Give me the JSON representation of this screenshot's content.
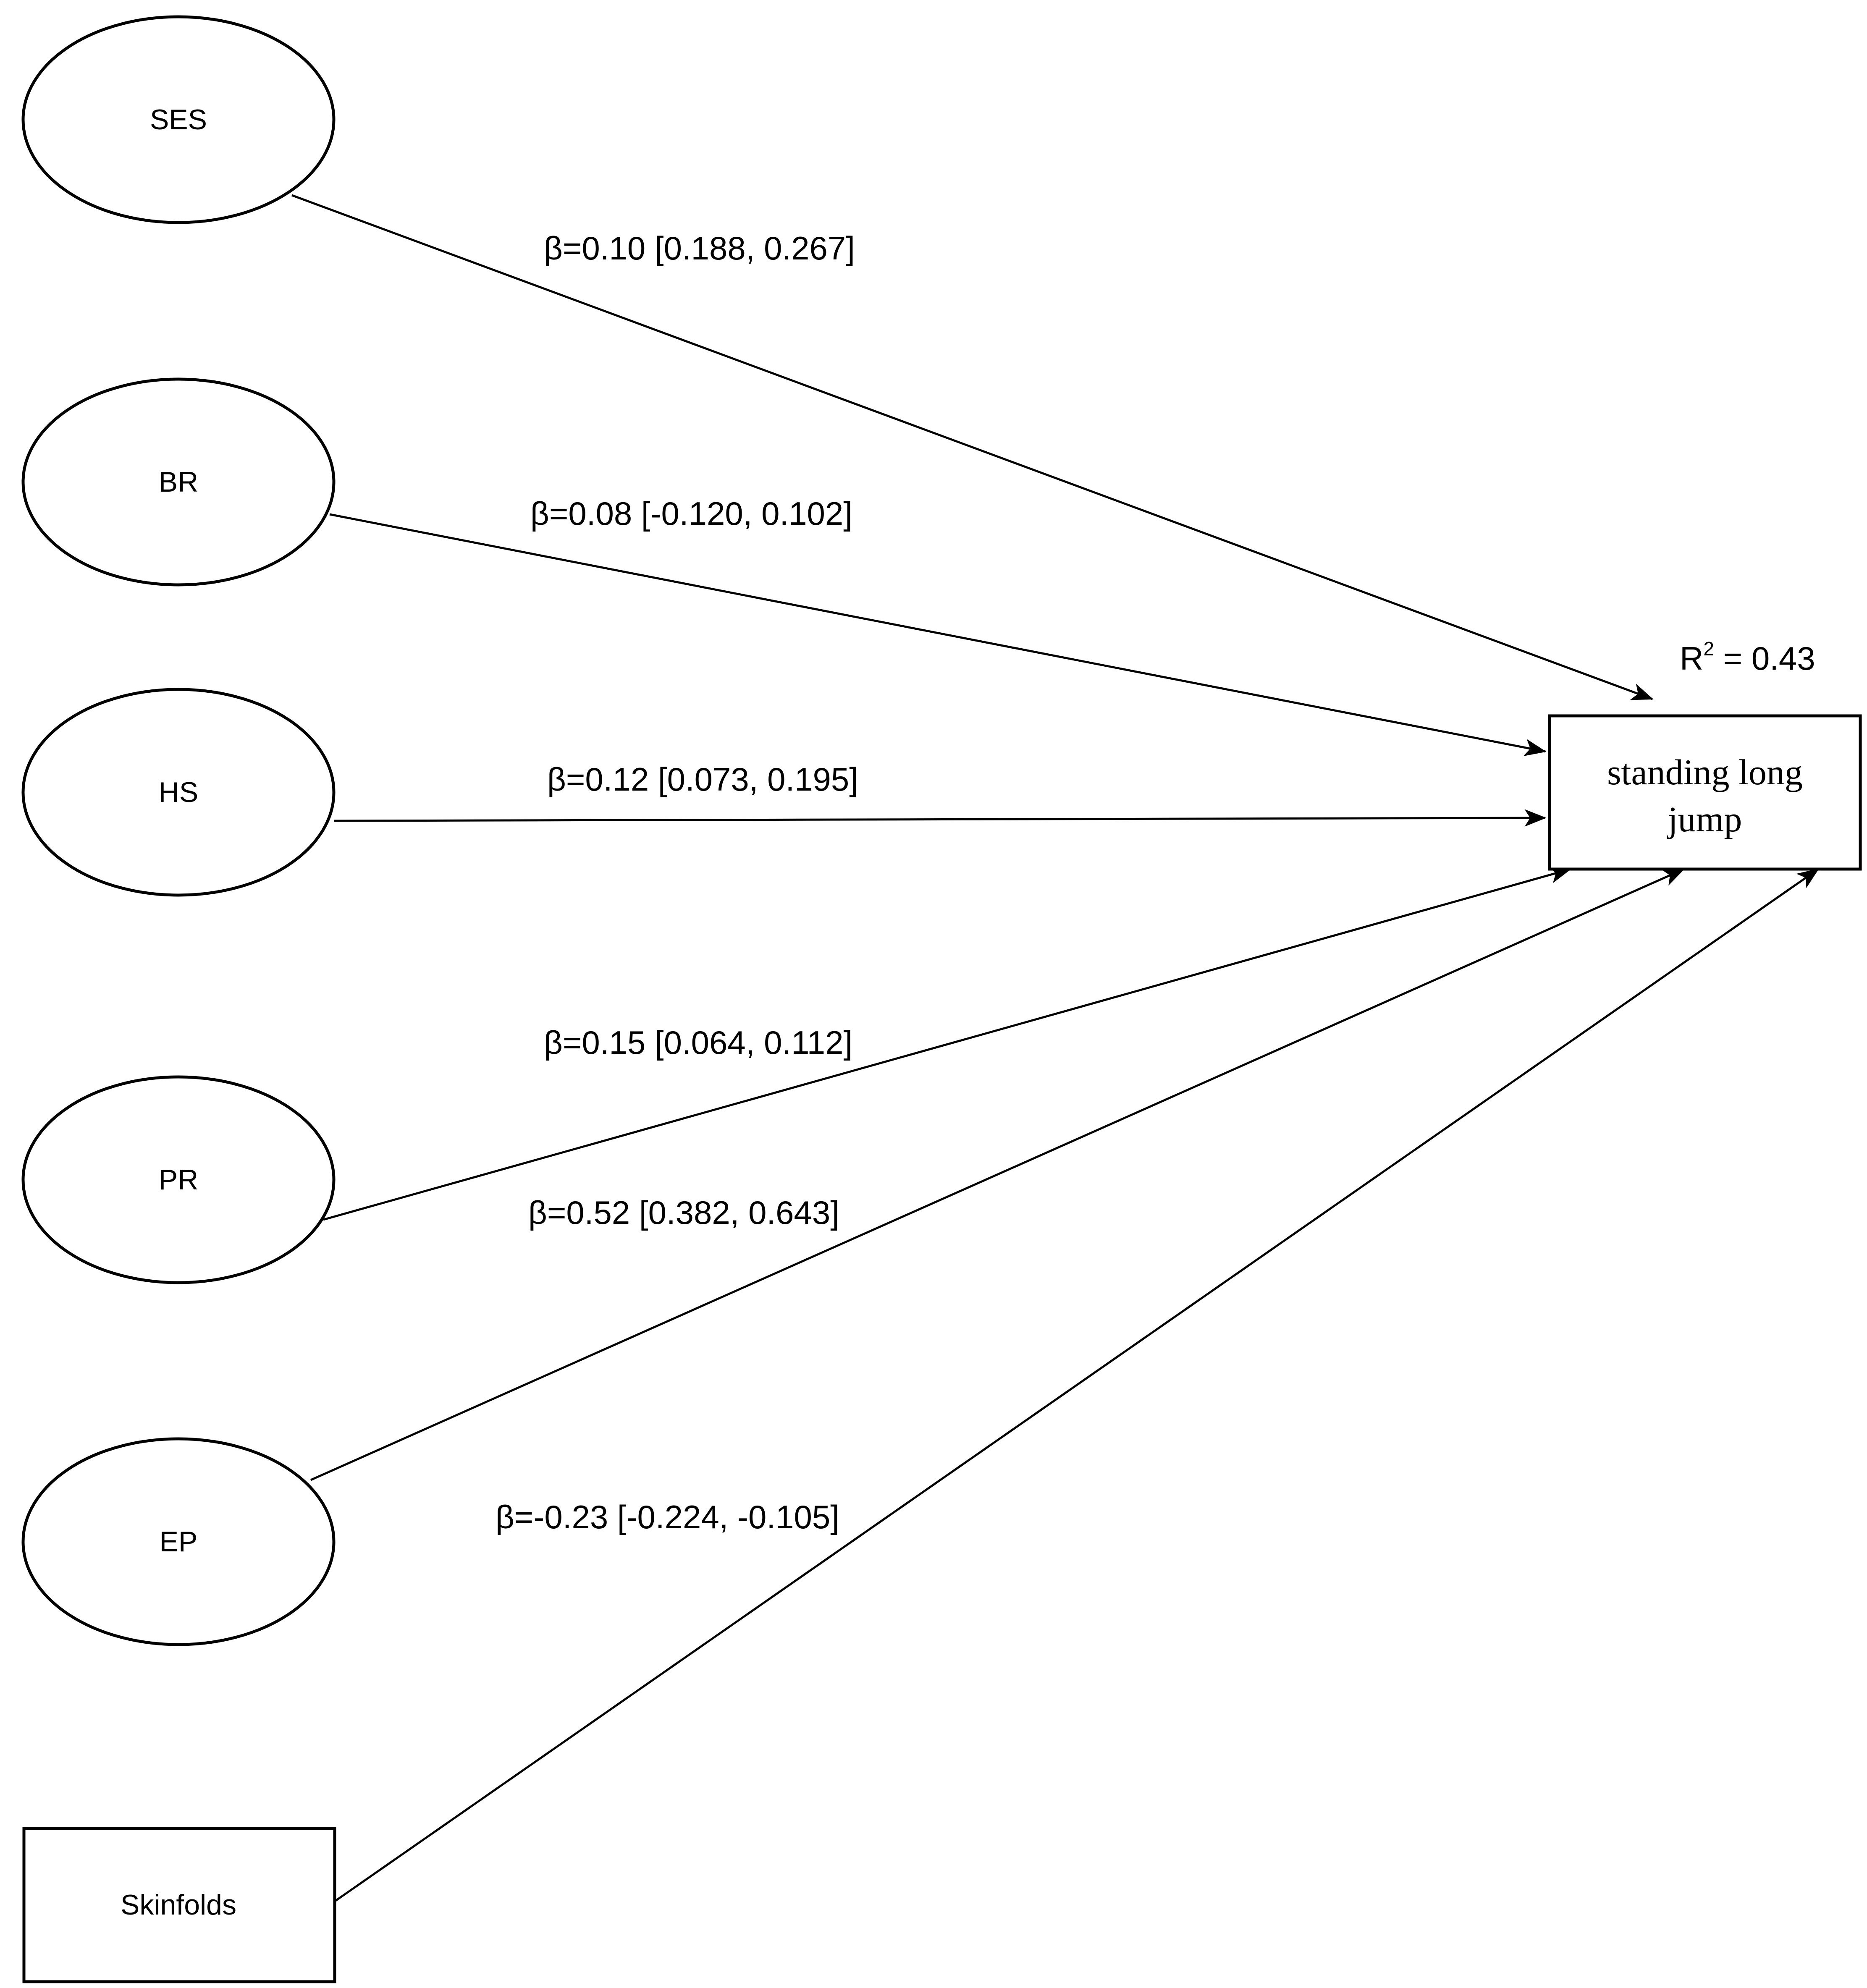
{
  "predictors": [
    {
      "id": "ses",
      "label": "SES",
      "shape": "ellipse"
    },
    {
      "id": "br",
      "label": "BR",
      "shape": "ellipse"
    },
    {
      "id": "hs",
      "label": "HS",
      "shape": "ellipse"
    },
    {
      "id": "pr",
      "label": "PR",
      "shape": "ellipse"
    },
    {
      "id": "ep",
      "label": "EP",
      "shape": "ellipse"
    },
    {
      "id": "skinfolds",
      "label": "Skinfolds",
      "shape": "rectangle"
    }
  ],
  "outcome": {
    "label_line1": "standing long",
    "label_line2": "jump",
    "r2_prefix": "R",
    "r2_sup": "2",
    "r2_value": " = 0.43"
  },
  "paths": [
    {
      "from": "ses",
      "label": "β=0.10 [0.188, 0.267]"
    },
    {
      "from": "br",
      "label": "β=0.08 [-0.120, 0.102]"
    },
    {
      "from": "hs",
      "label": "β=0.12 [0.073, 0.195]"
    },
    {
      "from": "pr",
      "label": "β=0.15 [0.064, 0.112]"
    },
    {
      "from": "ep",
      "label": "β=0.52 [0.382, 0.643]"
    },
    {
      "from": "skinfolds",
      "label": "β=-0.23 [-0.224, -0.105]"
    }
  ],
  "colors": {
    "stroke": "#000000",
    "background": "#ffffff"
  }
}
